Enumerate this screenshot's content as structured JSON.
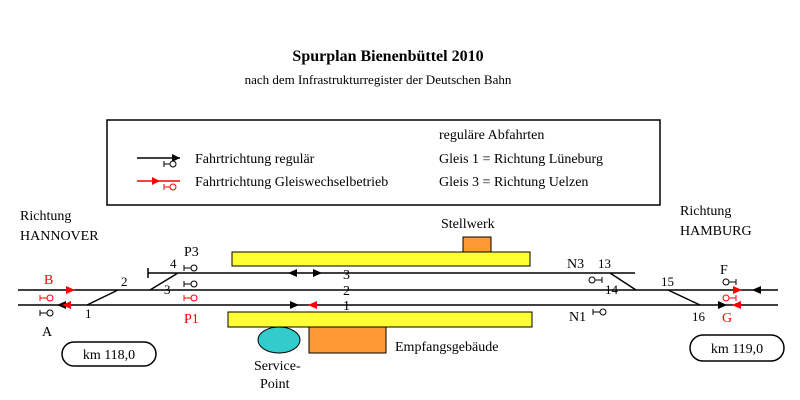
{
  "header": {
    "title": "Spurplan  Bienenbüttel 2010",
    "subtitle": "nach dem Infrastrukturregister der Deutschen Bahn"
  },
  "legend": {
    "regular_label": "Fahrtrichtung regulär",
    "reverse_label": "Fahrtrichtung Gleiswechselbetrieb",
    "departures_title": "reguläre Abfahrten",
    "departure_1": "Gleis 1 = Richtung Lüneburg",
    "departure_3": "Gleis 3 = Richtung Uelzen"
  },
  "directions": {
    "west_1": "Richtung",
    "west_2": "HANNOVER",
    "east_1": "Richtung",
    "east_2": "HAMBURG"
  },
  "buildings": {
    "stellwerk": "Stellwerk",
    "empfang": "Empfangsgebäude",
    "service_1": "Service-",
    "service_2": "Point"
  },
  "kilometers": {
    "west": "km 118,0",
    "east": "km 119,0"
  },
  "tracks": {
    "t1": "1",
    "t2": "2",
    "t3": "3"
  },
  "switches": {
    "s1": "1",
    "s2": "2",
    "s3": "3",
    "s4": "4",
    "s13": "13",
    "s14": "14",
    "s15": "15",
    "s16": "16"
  },
  "signals": {
    "a": "A",
    "b": "B",
    "f": "F",
    "g": "G",
    "p1": "P1",
    "p3": "P3",
    "n1": "N1",
    "n3": "N3"
  },
  "colors": {
    "regular": "#000000",
    "reverse": "#ff0000",
    "platform": "#ffff33",
    "building": "#ff9933",
    "service": "#33cccc"
  }
}
